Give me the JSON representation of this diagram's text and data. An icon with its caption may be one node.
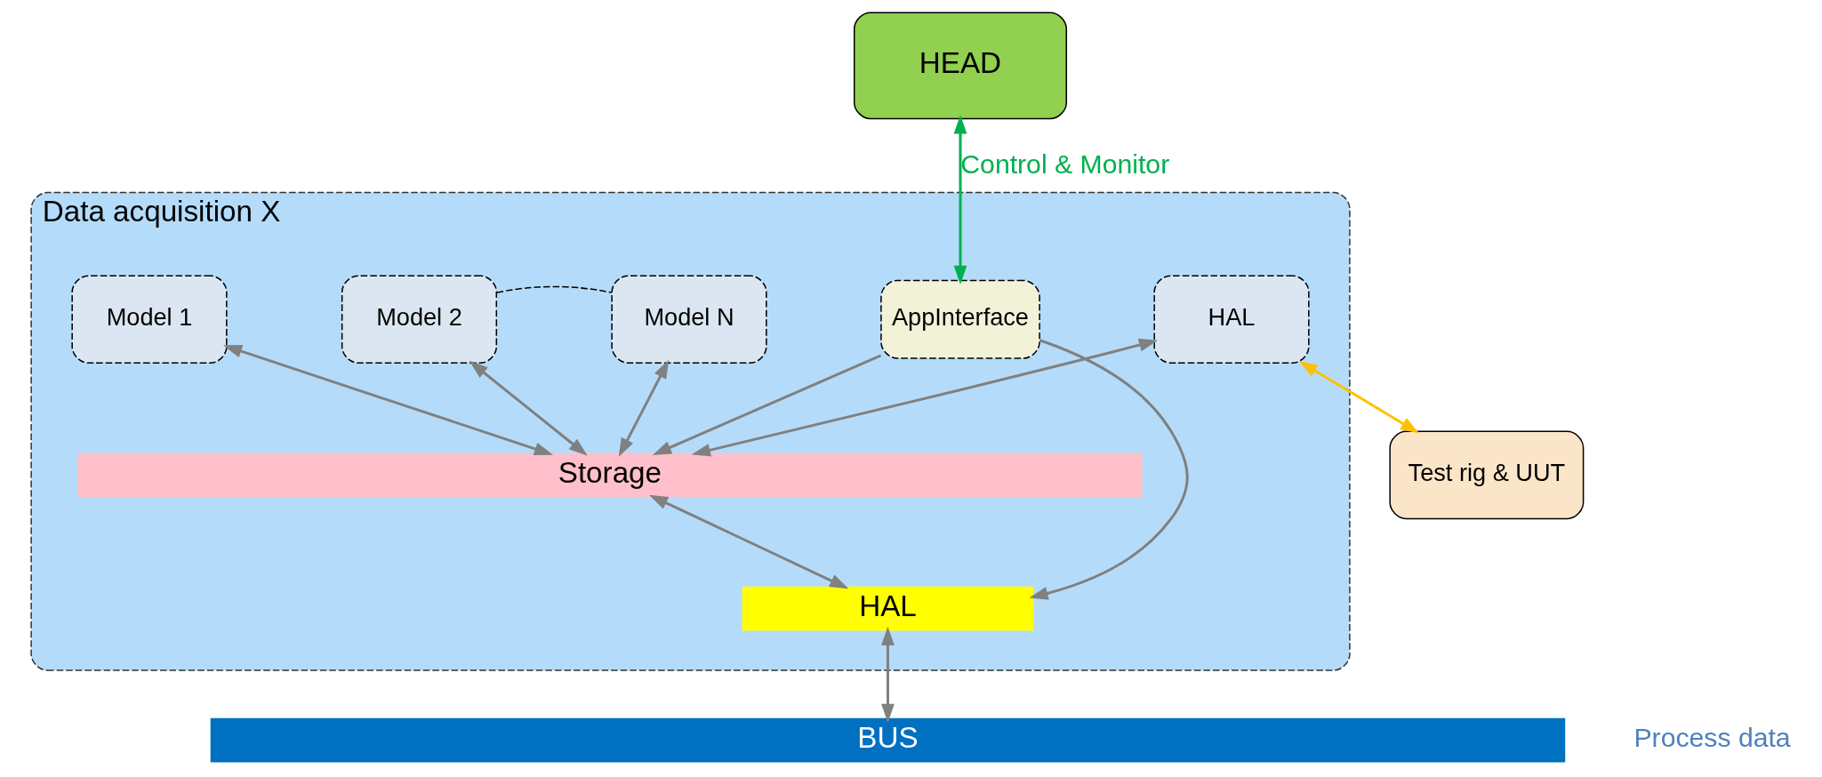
{
  "diagram": {
    "nodes": [
      {
        "text": [
          "HEAD"
        ]
      },
      {
        "text": [
          "Data acquisition X"
        ]
      },
      {
        "text": [
          "AppInterface"
        ],
        "in": 1
      },
      {
        "text": [
          "Model 1"
        ],
        "in": 1
      },
      {
        "text": [
          "Model 2"
        ],
        "in": 1
      },
      {
        "text": [
          "Model N"
        ],
        "in": 1
      },
      {
        "text": [
          "HAL"
        ],
        "in": 1
      },
      {
        "text": [
          "Storage"
        ],
        "in": 1
      },
      {
        "text": [
          "HAL"
        ],
        "in": 1
      },
      {
        "text": [
          "BUS"
        ],
        "beside": [
          "Process data"
        ]
      },
      {
        "text": [
          "Test rig & UUT"
        ]
      }
    ],
    "edges": [
      {
        "from": 0,
        "to": 2,
        "arrow": "both",
        "label": "Control & Monitor",
        "color": "#00b050"
      },
      {
        "from": 4,
        "to": 5,
        "arrow": "none",
        "style": "dashed",
        "color": "#000000"
      },
      {
        "from": 6,
        "to": 10,
        "arrow": "both",
        "color": "#ffc000"
      },
      {
        "from": 3,
        "to": 7,
        "arrow": "both"
      },
      {
        "from": 4,
        "to": 7,
        "arrow": "both"
      },
      {
        "from": 5,
        "to": 7,
        "arrow": "both"
      },
      {
        "from": 2,
        "to": 7,
        "arrow": "to"
      },
      {
        "from": 2,
        "to": 8,
        "arrow": "to"
      },
      {
        "from": 6,
        "to": 7,
        "arrow": "both"
      },
      {
        "from": 7,
        "to": 8,
        "arrow": "both"
      },
      {
        "from": 8,
        "to": 9,
        "arrow": "both"
      }
    ]
  }
}
